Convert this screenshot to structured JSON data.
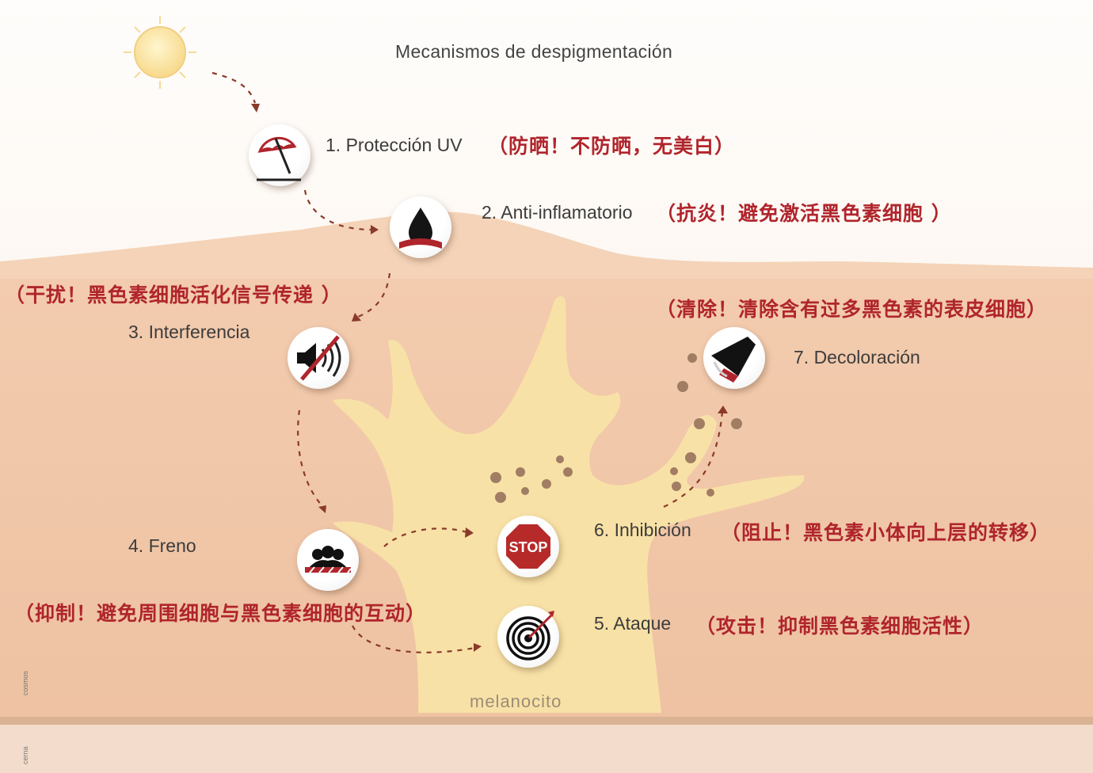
{
  "title": "Mecanismos de despigmentación",
  "steps": {
    "s1": {
      "label": "1. Protección UV",
      "note": "（防晒！不防晒，无美白）"
    },
    "s2": {
      "label": "2. Anti-inflamatorio",
      "note": "（抗炎！避免激活黑色素细胞 ）"
    },
    "s3": {
      "label": "3. Interferencia",
      "note": "（干扰！黑色素细胞活化信号传递 ）"
    },
    "s4": {
      "label": "4. Freno",
      "note": "（抑制！避免周围细胞与黑色素细胞的互动）"
    },
    "s5": {
      "label": "5. Ataque",
      "note": "（攻击！抑制黑色素细胞活性）"
    },
    "s6": {
      "label": "6. Inhibición",
      "note": "（阻止！黑色素小体向上层的转移）"
    },
    "s7": {
      "label": "7. Decoloración",
      "note": "（清除！清除含有过多黑色素的表皮细胞）"
    }
  },
  "cell_label": "melanocito",
  "credit_top": "cosmos",
  "credit_bottom": "cerna",
  "icons": {
    "sun": "sun-icon",
    "umbrella": "beach-umbrella-icon",
    "drop": "blood-drop-icon",
    "mute": "muted-speaker-icon",
    "freno": "people-barrier-icon",
    "stop": "stop-sign-icon",
    "target": "target-icon",
    "decolor": "eraser-icon"
  },
  "stop_text": "STOP",
  "colors": {
    "sky": "#fdfaf6",
    "skin": "#efc6a8",
    "epidermis": "#f3cfb2",
    "melanocyte": "#f7e0a6",
    "accent": "#b0252c",
    "arrow": "#8a3a2a",
    "granule": "#9c7a62"
  }
}
